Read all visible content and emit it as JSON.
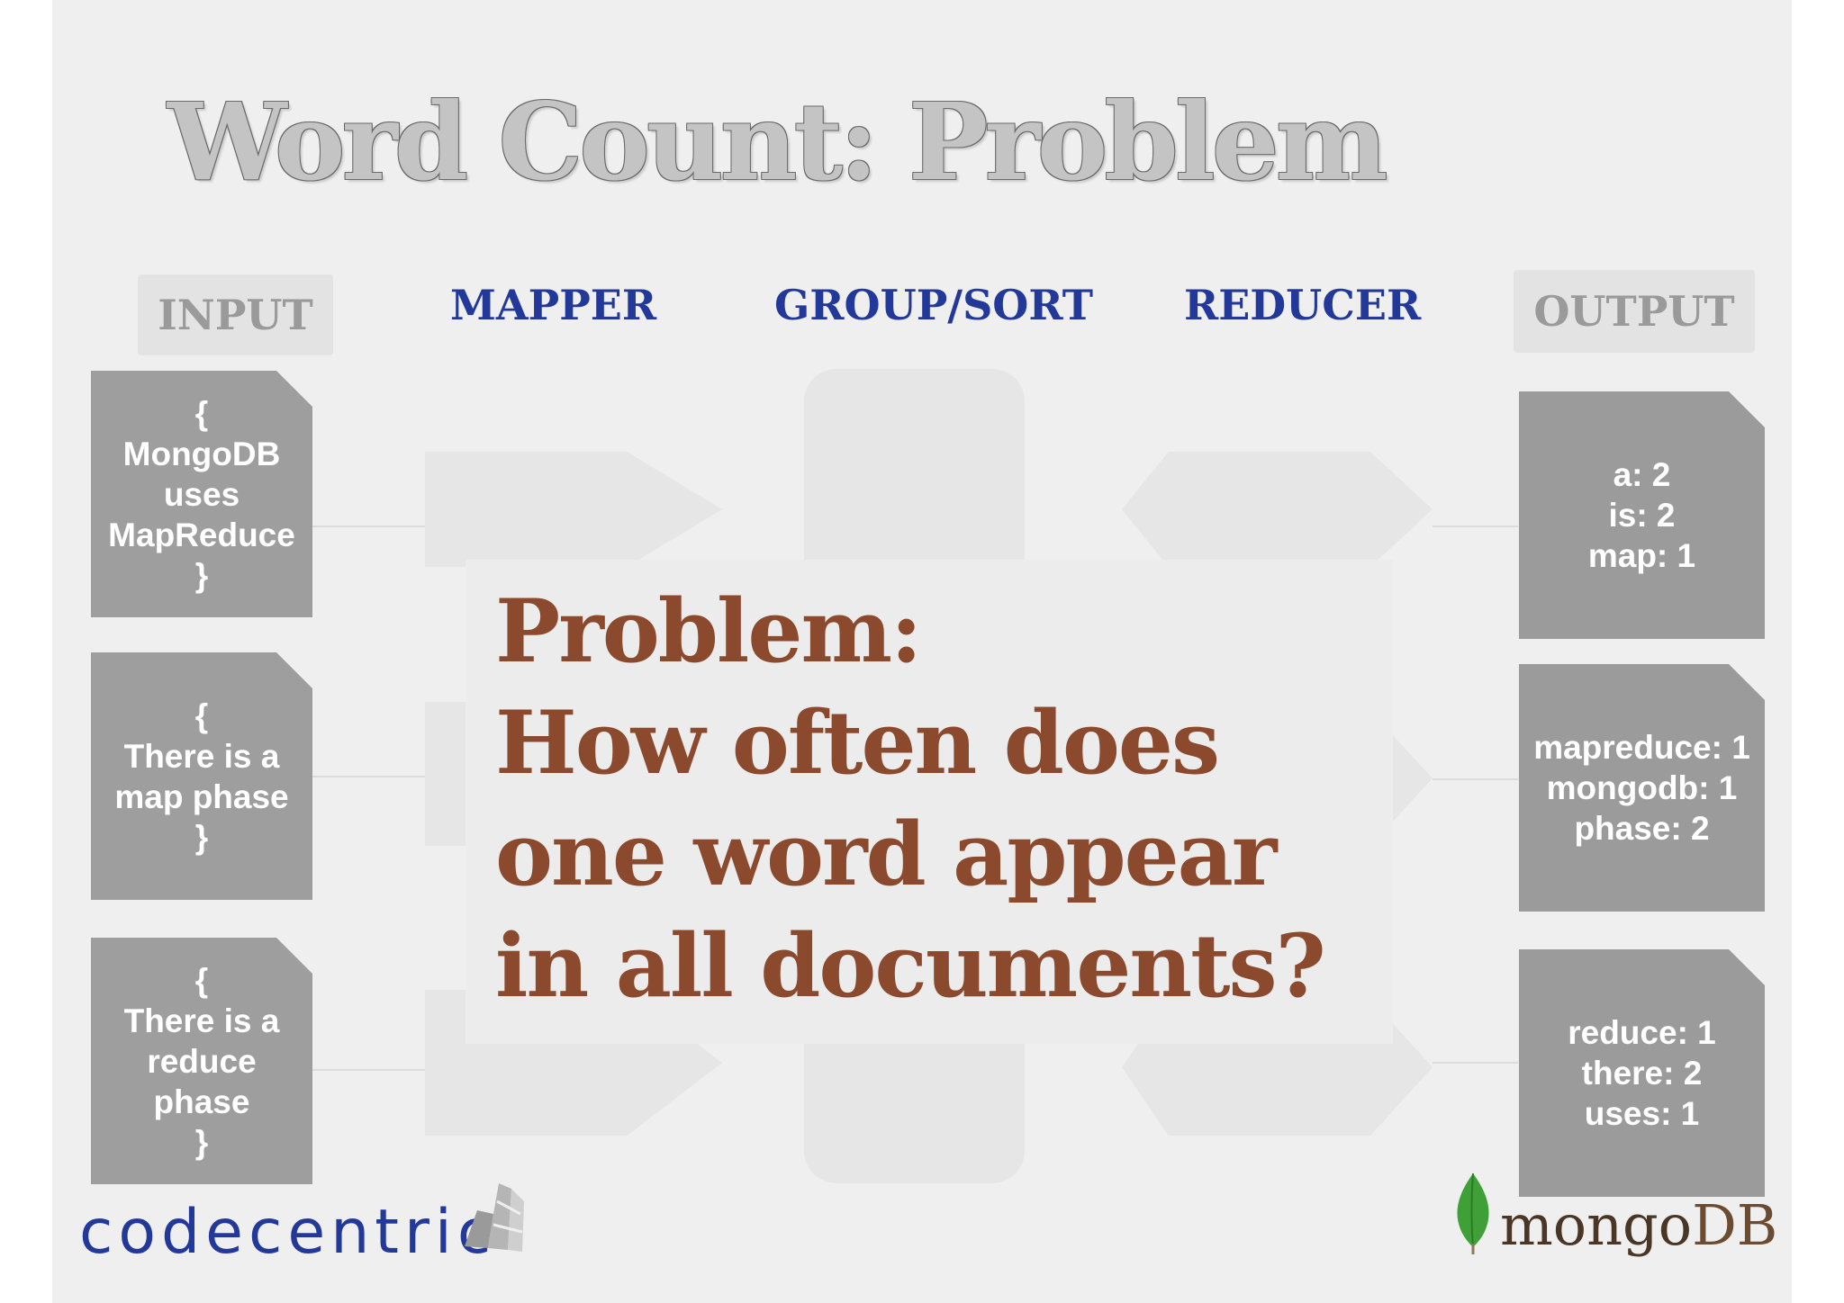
{
  "slide": {
    "title": "Word Count: Problem",
    "columns": {
      "input": "INPUT",
      "mapper": "MAPPER",
      "group_sort": "GROUP/SORT",
      "reducer": "REDUCER",
      "output": "OUTPUT"
    },
    "input_docs": [
      "{\nMongoDB\nuses\nMapReduce\n}",
      "{\nThere is a\nmap phase\n}",
      "{\nThere is a\nreduce\nphase\n}"
    ],
    "output_docs": [
      "a: 2\nis: 2\nmap: 1",
      "mapreduce: 1\nmongodb: 1\nphase: 2",
      "reduce: 1\nthere: 2\nuses: 1"
    ],
    "problem": {
      "line1": "Problem:",
      "line2": "How often does",
      "line3": "one word appear",
      "line4": "in all documents?"
    },
    "logos": {
      "codecentric": "codecentric",
      "mongodb_a": "mongo",
      "mongodb_b": "DB"
    },
    "colors": {
      "heading_blue": "#23399a",
      "problem_brown": "#8b4a2d",
      "doc_grey": "#9e9e9e",
      "mongo_green": "#3fa037"
    }
  }
}
